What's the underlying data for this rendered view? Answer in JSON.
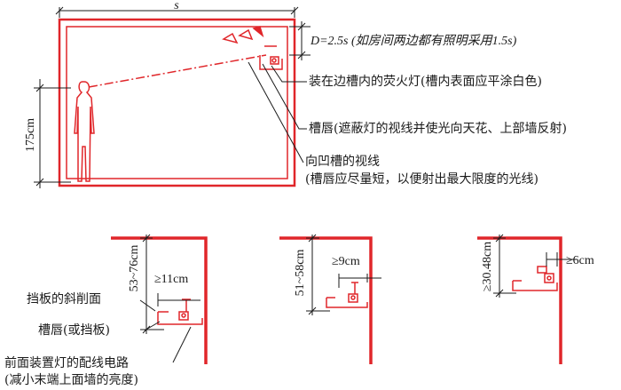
{
  "top": {
    "width_label": "s",
    "distance_label": "D=2.5s (如房间两边都有照明采用1.5s)",
    "height_label": "175cm"
  },
  "callouts": {
    "lamp": "装在边槽内的荧火灯(槽内表面应平涂白色)",
    "lip": "槽唇(遮蔽灯的视线并使光向天花、上部墙反射)",
    "sight1": "向凹槽的视线",
    "sight2": "(槽唇应尽量短，以便射出最大限度的光线)"
  },
  "details": [
    {
      "height_label": "53~76cm",
      "gap_label": "≥11cm"
    },
    {
      "height_label": "51~58cm",
      "gap_label": "≥9cm"
    },
    {
      "height_label": "≥30.48cm",
      "gap_label": "≥6cm"
    }
  ],
  "bottom_labels": {
    "bevel": "挡板的斜削面",
    "lip": "槽唇(或挡板)",
    "wiring1": "前面装置灯的配线电路",
    "wiring2": "(减小末端上面墙的亮度)"
  },
  "colors": {
    "accent": "#e0262a",
    "ink": "#1a1a1a"
  }
}
